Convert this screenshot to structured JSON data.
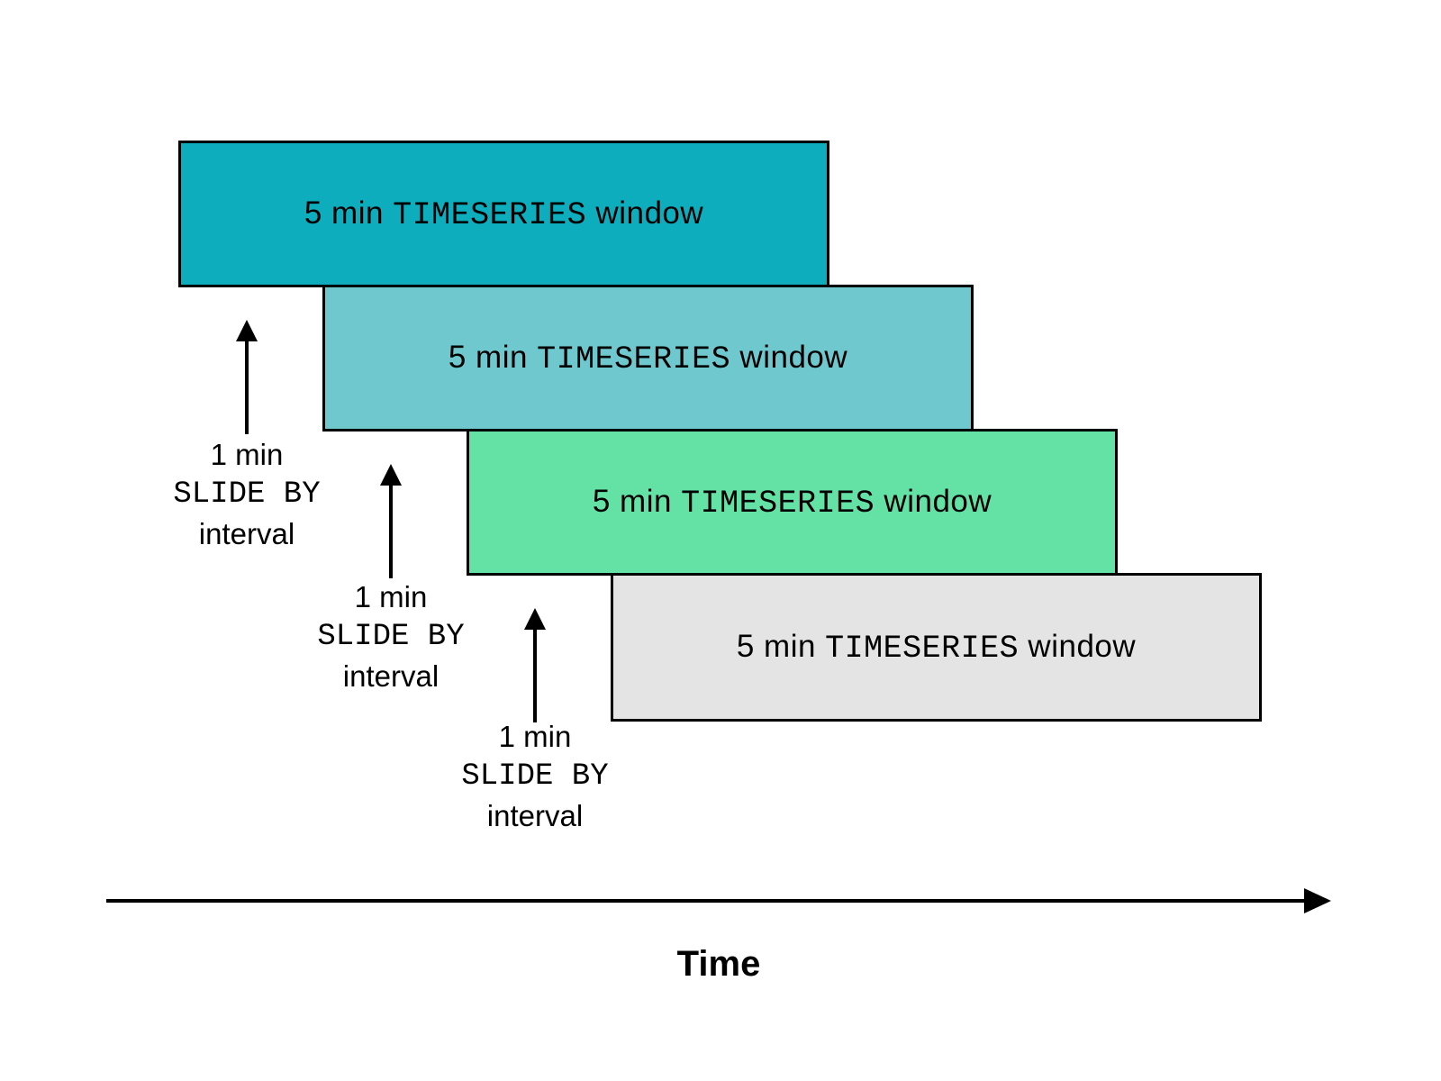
{
  "diagram": {
    "windows": [
      {
        "prefix": "5 min ",
        "code": "TIMESERIES",
        "suffix": " window",
        "color": "#0dadbd"
      },
      {
        "prefix": "5 min ",
        "code": "TIMESERIES",
        "suffix": " window",
        "color": "#6ec8ce"
      },
      {
        "prefix": "5 min ",
        "code": "TIMESERIES",
        "suffix": " window",
        "color": "#64e2a6"
      },
      {
        "prefix": "5 min ",
        "code": "TIMESERIES",
        "suffix": " window",
        "color": "#e4e4e4"
      }
    ],
    "slide_annotations": [
      {
        "line1": "1 min",
        "line2": "SLIDE BY",
        "line3": "interval"
      },
      {
        "line1": "1 min",
        "line2": "SLIDE BY",
        "line3": "interval"
      },
      {
        "line1": "1 min",
        "line2": "SLIDE BY",
        "line3": "interval"
      }
    ],
    "time_axis": {
      "label": "Time"
    },
    "colors": {
      "border": "#000000",
      "arrow": "#000000",
      "text": "#000000",
      "background": "#ffffff"
    }
  }
}
